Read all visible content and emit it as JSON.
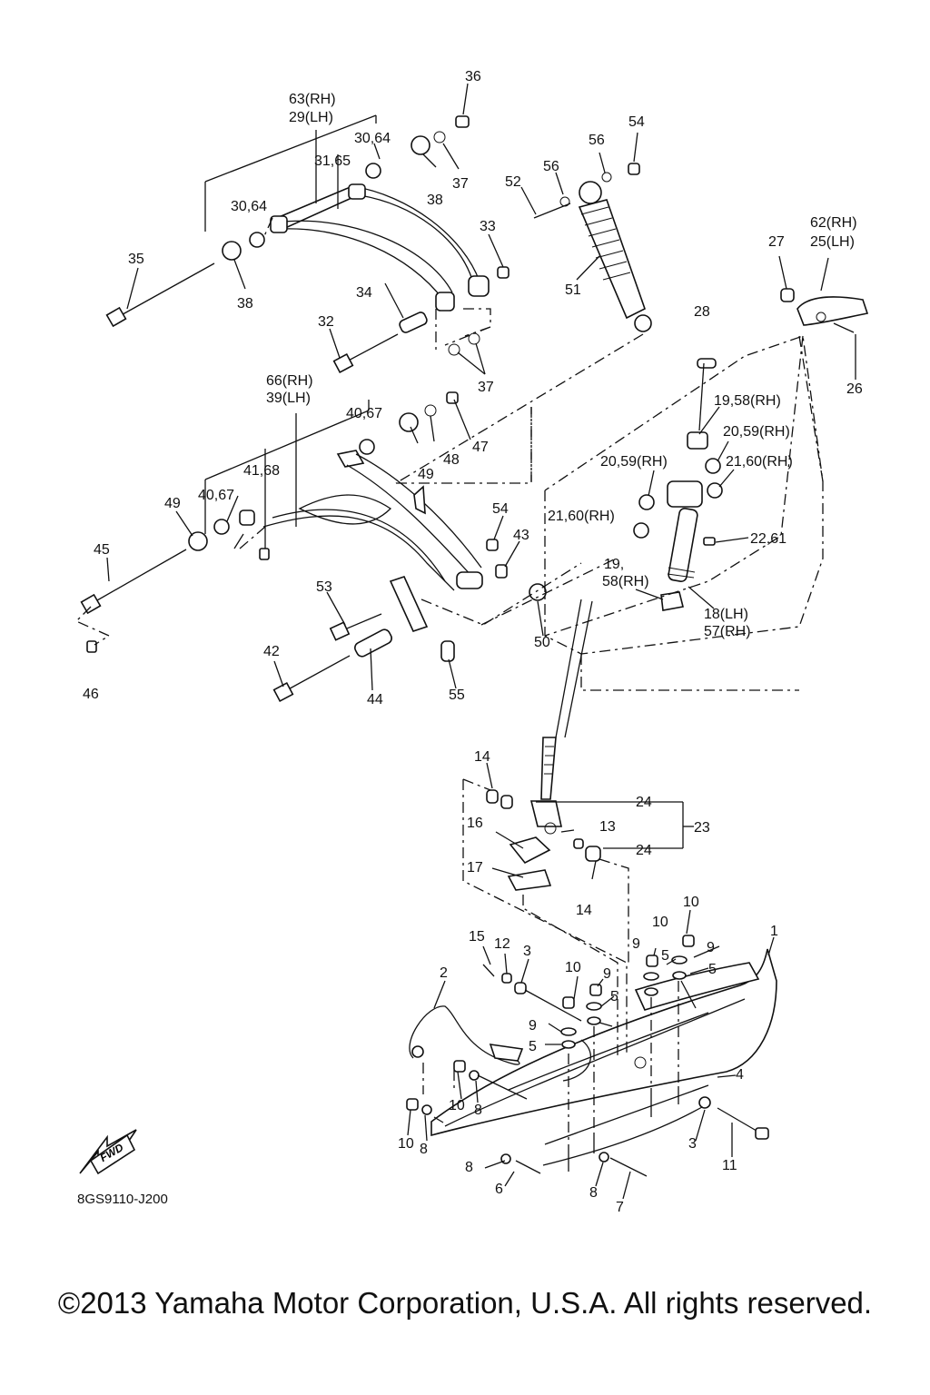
{
  "diagram": {
    "part_code": "8GS9110-J200",
    "fwd_label": "FWD",
    "copyright": "©2013 Yamaha Motor Corporation, U.S.A. All rights reserved.",
    "callouts": [
      "36",
      "63(RH)",
      "29(LH)",
      "30,64",
      "31,65",
      "30,64",
      "37",
      "38",
      "35",
      "38",
      "33",
      "34",
      "32",
      "37",
      "56",
      "54",
      "56",
      "52",
      "51",
      "62(RH)",
      "25(LH)",
      "27",
      "26",
      "28",
      "66(RH)",
      "39(LH)",
      "40,67",
      "41,68",
      "40,67",
      "49",
      "48",
      "47",
      "49",
      "45",
      "19,58(RH)",
      "20,59(RH)",
      "20,59(RH)",
      "21,60(RH)",
      "21,60(RH)",
      "22,61",
      "54",
      "43",
      "19,",
      "58(RH)",
      "18(LH)",
      "57(RH)",
      "53",
      "50",
      "42",
      "44",
      "55",
      "46",
      "14",
      "24",
      "23",
      "13",
      "24",
      "16",
      "17",
      "14",
      "10",
      "1",
      "10",
      "9",
      "9",
      "5",
      "5",
      "15",
      "12",
      "3",
      "10",
      "9",
      "5",
      "9",
      "5",
      "2",
      "4",
      "10",
      "8",
      "10",
      "8",
      "3",
      "11",
      "8",
      "6",
      "8",
      "7"
    ]
  }
}
